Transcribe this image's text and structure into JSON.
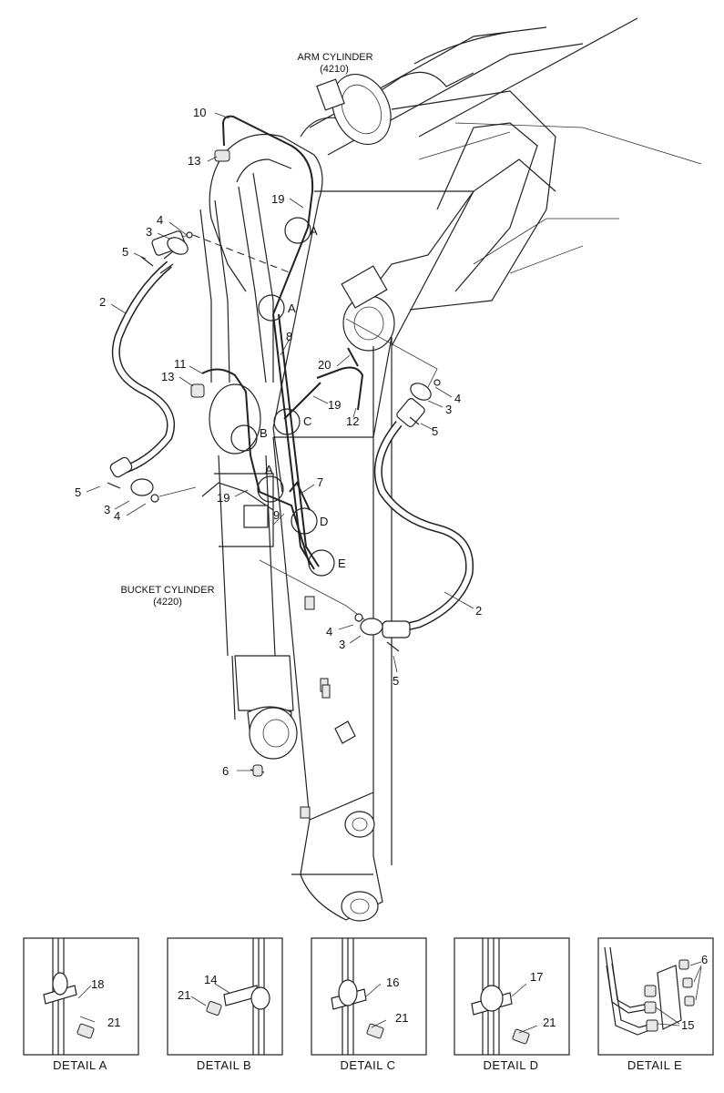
{
  "cylinders": {
    "arm": {
      "name": "ARM CYLINDER",
      "code": "(4210)"
    },
    "bucket": {
      "name": "BUCKET CYLINDER",
      "code": "(4220)"
    }
  },
  "part_numbers": {
    "p10": "10",
    "p13a": "13",
    "p4a": "4",
    "p3a": "3",
    "p5a": "5",
    "p19a": "19",
    "p2a": "2",
    "p8": "8",
    "p20": "20",
    "p4b": "4",
    "p3b": "3",
    "p5b": "5",
    "p11": "11",
    "p13b": "13",
    "p19b": "19",
    "p12": "12",
    "p5c": "5",
    "p3c": "3",
    "p4c": "4",
    "p19c": "19",
    "p7": "7",
    "p9": "9",
    "p2b": "2",
    "p4d": "4",
    "p3d": "3",
    "p5d": "5",
    "p6": "6"
  },
  "detail_markers": {
    "A1": "A",
    "A2": "A",
    "B": "B",
    "C": "C",
    "A3": "A",
    "D": "D",
    "E": "E"
  },
  "details": [
    {
      "caption": "DETAIL  A",
      "parts": [
        "18",
        "21"
      ]
    },
    {
      "caption": "DETAIL  B",
      "parts": [
        "14",
        "21"
      ]
    },
    {
      "caption": "DETAIL  C",
      "parts": [
        "16",
        "21"
      ]
    },
    {
      "caption": "DETAIL  D",
      "parts": [
        "17",
        "21"
      ]
    },
    {
      "caption": "DETAIL  E",
      "parts": [
        "6",
        "15"
      ]
    }
  ]
}
